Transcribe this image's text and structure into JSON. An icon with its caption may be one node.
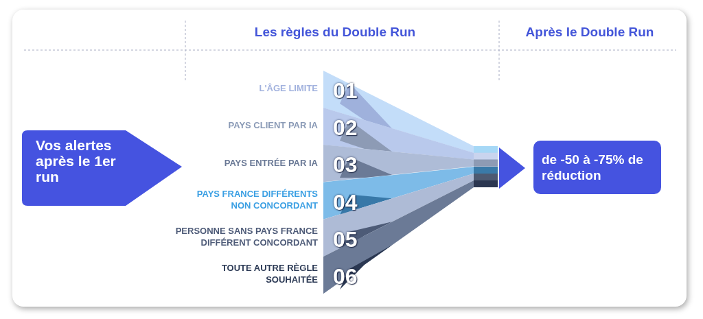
{
  "diagram": {
    "nodes": [
      {
        "text": [
          "Vos alertes après le 1er run"
        ]
      },
      {
        "text": [
          "01"
        ],
        "beside": [
          "L'ÂGE LIMITE"
        ]
      },
      {
        "text": [
          "02"
        ],
        "beside": [
          "PAYS CLIENT PAR IA"
        ]
      },
      {
        "text": [
          "03"
        ],
        "beside": [
          "PAYS ENTRÉE PAR IA"
        ]
      },
      {
        "text": [
          "04"
        ],
        "beside": [
          "PAYS FRANCE DIFFÉRENTS NON CONCORDANT"
        ]
      },
      {
        "text": [
          "05"
        ],
        "beside": [
          "PERSONNE SANS PAYS FRANCE DIFFÉRENT CONCORDANT"
        ]
      },
      {
        "text": [
          "06"
        ],
        "beside": [
          "TOUTE AUTRE RÈGLE SOUHAITÉE"
        ]
      },
      {
        "text": [
          "de -50 à -75% de réduction"
        ]
      }
    ],
    "labels": [
      "Les règles du Double Run",
      "Après le Double Run"
    ]
  }
}
